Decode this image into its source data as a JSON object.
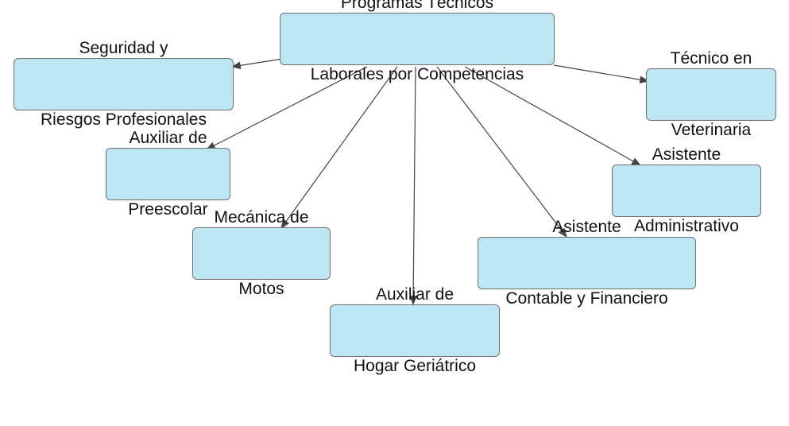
{
  "diagram": {
    "root": {
      "line1": "Programas Técnicos",
      "line2": "Laborales por Competencias"
    },
    "children": [
      {
        "id": "seguridad",
        "line1": "Seguridad y",
        "line2": "Riesgos Profesionales"
      },
      {
        "id": "preescolar",
        "line1": "Auxiliar de",
        "line2": "Preescolar"
      },
      {
        "id": "motos",
        "line1": "Mecánica de",
        "line2": "Motos"
      },
      {
        "id": "geriatrico",
        "line1": "Auxiliar de",
        "line2": "Hogar Geriátrico"
      },
      {
        "id": "contable",
        "line1": "Asistente",
        "line2": "Contable y Financiero"
      },
      {
        "id": "administrativo",
        "line1": "Asistente",
        "line2": "Administrativo"
      },
      {
        "id": "veterinaria",
        "line1": "Técnico en",
        "line2": "Veterinaria"
      }
    ],
    "colors": {
      "node_fill": "#bde6f2",
      "node_border": "#6f6f6f",
      "connector": "#444444"
    }
  }
}
